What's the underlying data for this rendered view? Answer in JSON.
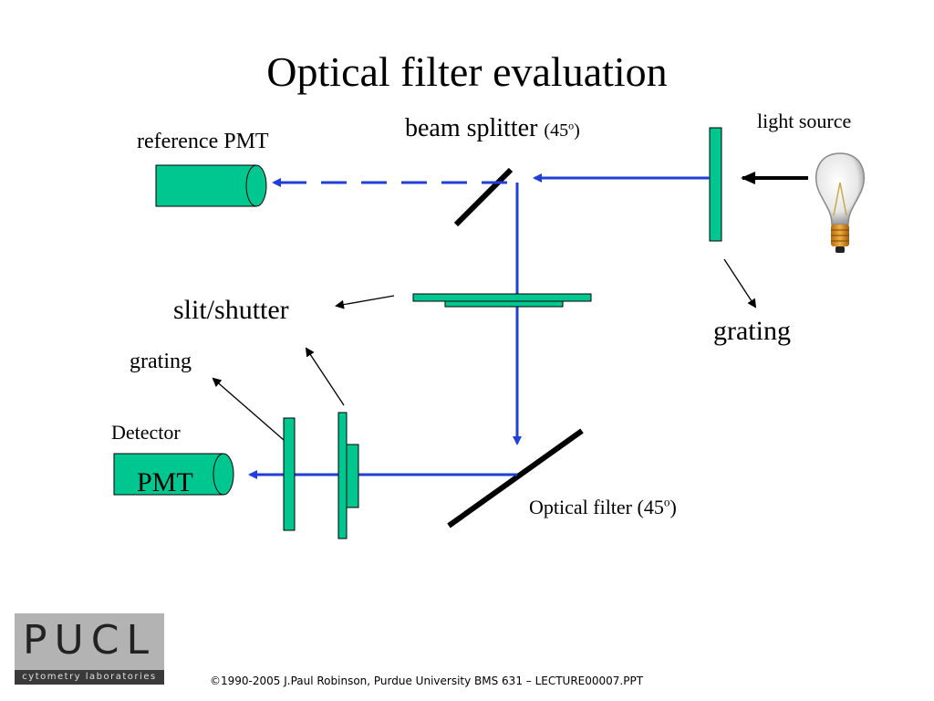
{
  "title": "Optical filter evaluation",
  "labels": {
    "beam_splitter": "beam splitter",
    "beam_splitter_angle": "(45",
    "beam_splitter_degree": "o",
    "beam_splitter_close": ")",
    "light_source": "light source",
    "reference_pmt": "reference PMT",
    "slit_shutter": "slit/shutter",
    "grating_right": "grating",
    "grating_left": "grating",
    "detector": "Detector",
    "pmt": "PMT",
    "optical_filter": "Optical filter (45",
    "optical_filter_degree": "o",
    "optical_filter_close": ")"
  },
  "logo": {
    "text": "PUCL",
    "subtext": "cytometry laboratories"
  },
  "footer": "©1990-2005 J.Paul Robinson, Purdue University  BMS 631 – LECTURE00007.PPT",
  "colors": {
    "component_fill": "#00c68f",
    "beam": "#1f3fd6",
    "mirror": "#000000"
  }
}
